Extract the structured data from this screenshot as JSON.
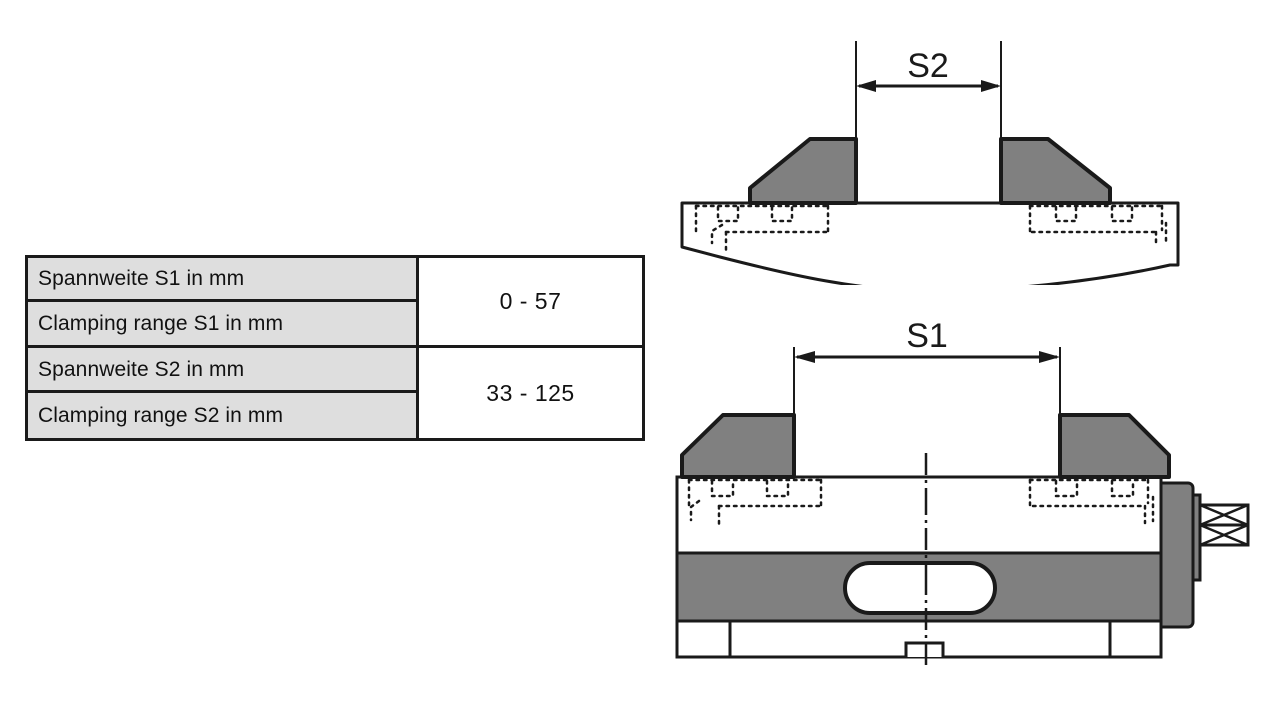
{
  "document": {
    "type": "technical-drawing",
    "subject": "machine vise clamping range specification"
  },
  "spec_table": {
    "groups": [
      {
        "label_de": "Spannweite S1 in mm",
        "label_en": "Clamping range S1 in mm",
        "value": "0 - 57"
      },
      {
        "label_de": "Spannweite S2 in mm",
        "label_en": "Clamping range S2 in mm",
        "value": "33 - 125"
      }
    ],
    "label_background": "#dedede",
    "value_background": "#ffffff",
    "border_color": "#1a1a1a"
  },
  "drawings": {
    "top_view": {
      "dimension_label": "S2",
      "description": "vise jaws spread wide, outward-facing step jaws on base plate"
    },
    "bottom_view": {
      "dimension_label": "S1",
      "description": "vise jaws closed inward, front elevation with spindle"
    },
    "colors": {
      "jaw_fill": "#808080",
      "body_fill": "#ffffff",
      "outline": "#1a1a1a",
      "hidden_line": "#1a1a1a"
    }
  }
}
